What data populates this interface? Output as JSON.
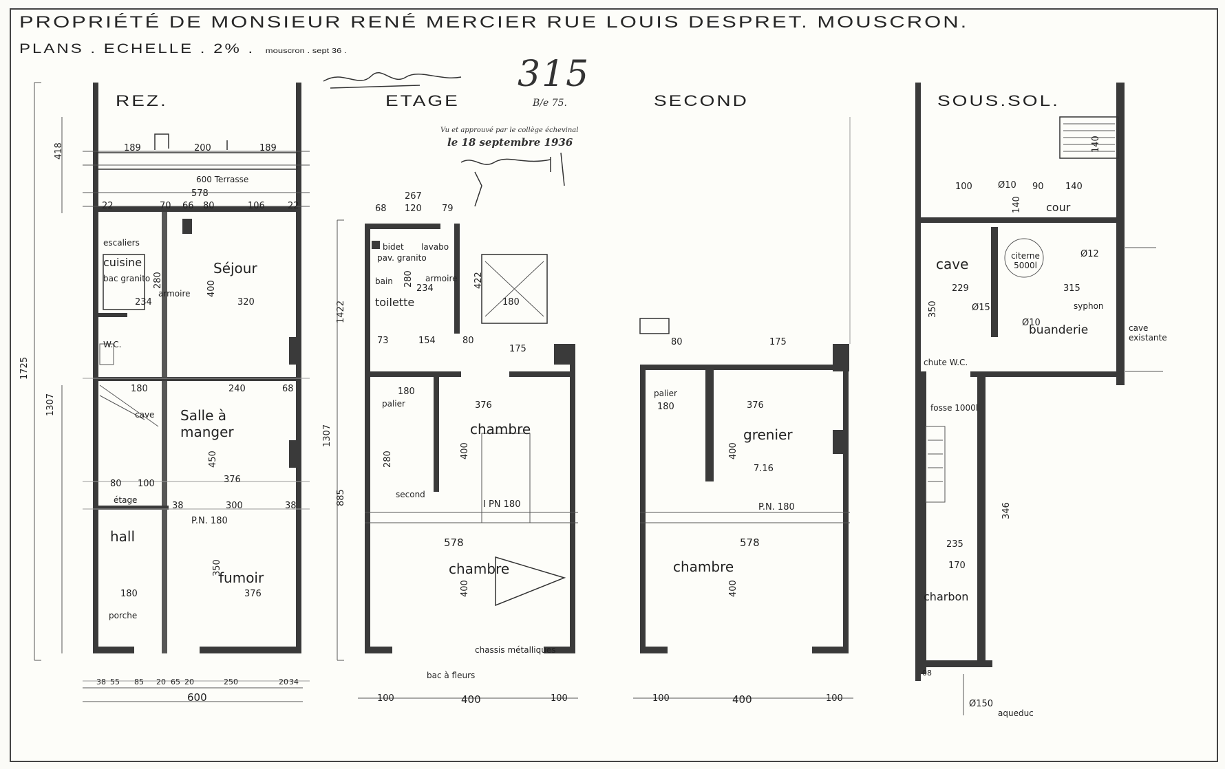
{
  "header": {
    "title": "PROPRIÉTÉ DE MONSIEUR RENÉ MERCIER  RUE LOUIS DESPRET. MOUSCRON.",
    "subtitle": "PLANS . ECHELLE . 2% .",
    "subtitle_note": "mouscron . sept 36 .",
    "file_number": "315",
    "file_sub": "B/e 75.",
    "approval_line1": "Vu et approuvé par le collège échevinal",
    "approval_line2": "le 18 septembre 1936"
  },
  "plans": {
    "rez": {
      "label": "REZ.",
      "rooms": {
        "terrasse": "600 Terrasse",
        "cuisine": "cuisine",
        "sejour": "Séjour",
        "salle": "Salle à manger",
        "cave": "cave",
        "hall": "hall",
        "fumoir": "fumoir",
        "porche": "porche",
        "wc": "W.C.",
        "armoire": "armoire",
        "bac": "bac granito",
        "etage": "étage",
        "escalier": "escaliers"
      },
      "dims": {
        "top": [
          "189",
          "200",
          "189"
        ],
        "row2": "578",
        "row3": [
          "22",
          "70",
          "66",
          "80",
          "106",
          "22"
        ],
        "sejour_w": "320",
        "sejour_h": "400",
        "cuis_w": "234",
        "cuis_h": "280",
        "salle_w1": "180",
        "salle_w2": "240",
        "salle_w3": "68",
        "salle_w": "376",
        "salle_h": "450",
        "hall_w": [
          "80",
          "100"
        ],
        "fum_w1": "38",
        "fum_w": "300",
        "fum_w2": "38",
        "fum_h": "350",
        "fum_w3": "376",
        "porche_w": "180",
        "bottom": [
          "38",
          "55",
          "85",
          "20",
          "65",
          "20",
          "250",
          "20",
          "34"
        ],
        "total": "600",
        "left_total": "1725",
        "left_mid": "1307",
        "left_top": "418",
        "pn": "P.N. 180"
      }
    },
    "etage": {
      "label": "ETAGE",
      "rooms": {
        "toilette": "toilette",
        "lavabo": "lavabo",
        "bidet": "bidet",
        "bain": "bain",
        "armoire": "armoire",
        "palier": "palier",
        "chambre1": "chambre",
        "chambre2": "chambre",
        "second": "second",
        "chassis": "chassis métalliques",
        "bac": "bac à fleurs"
      },
      "dims": {
        "top": "267",
        "row": [
          "68",
          "120",
          "79"
        ],
        "toil_w": "234",
        "toil_h": "280",
        "stair_h": "422",
        "stair_w": "180",
        "stair_w2": "175",
        "wc_w": [
          "73",
          "154",
          "80"
        ],
        "palier_w": "180",
        "palier_h": "280",
        "ch_w": "376",
        "ch_h": "400",
        "ch2_w": "578",
        "ch2_h": "400",
        "bottom": [
          "100",
          "400",
          "100"
        ],
        "left_total": "1422",
        "left_mid": "1307",
        "left_bot": "885",
        "ipn": "I PN 180",
        "pv": "pav. granito"
      }
    },
    "second": {
      "label": "SECOND",
      "rooms": {
        "palier": "palier",
        "grenier": "grenier",
        "chambre": "chambre"
      },
      "dims": {
        "top": [
          "80",
          "175"
        ],
        "palier_w": "180",
        "gren_w": "376",
        "gren_h": "400",
        "ch_w": "578",
        "ch_h": "400",
        "bottom": [
          "100",
          "400",
          "100"
        ],
        "pn": "P.N. 180",
        "slope": "7.16"
      }
    },
    "soussol": {
      "label": "SOUS.SOL.",
      "rooms": {
        "cour": "cour",
        "cave": "cave",
        "citerne": "citerne 5000l",
        "buanderie": "buanderie",
        "cave_existante": "cave existante",
        "charbon": "charbon",
        "fosse": "fosse 1000l",
        "chute": "chute W.C.",
        "aqueduc": "aqueduc",
        "syphon": "syphon"
      },
      "dims": {
        "top": [
          "100",
          "Ø10",
          "90",
          "140"
        ],
        "step": "140",
        "cour_h": "140",
        "cave_w": "229",
        "buand_w": "315",
        "cave_h": "350",
        "d12": "Ø12",
        "d15": "Ø15",
        "d10": "Ø10",
        "char_w": "235",
        "char_w2": "170",
        "h346": "346",
        "bottom": "08",
        "aq": "Ø150"
      }
    }
  }
}
